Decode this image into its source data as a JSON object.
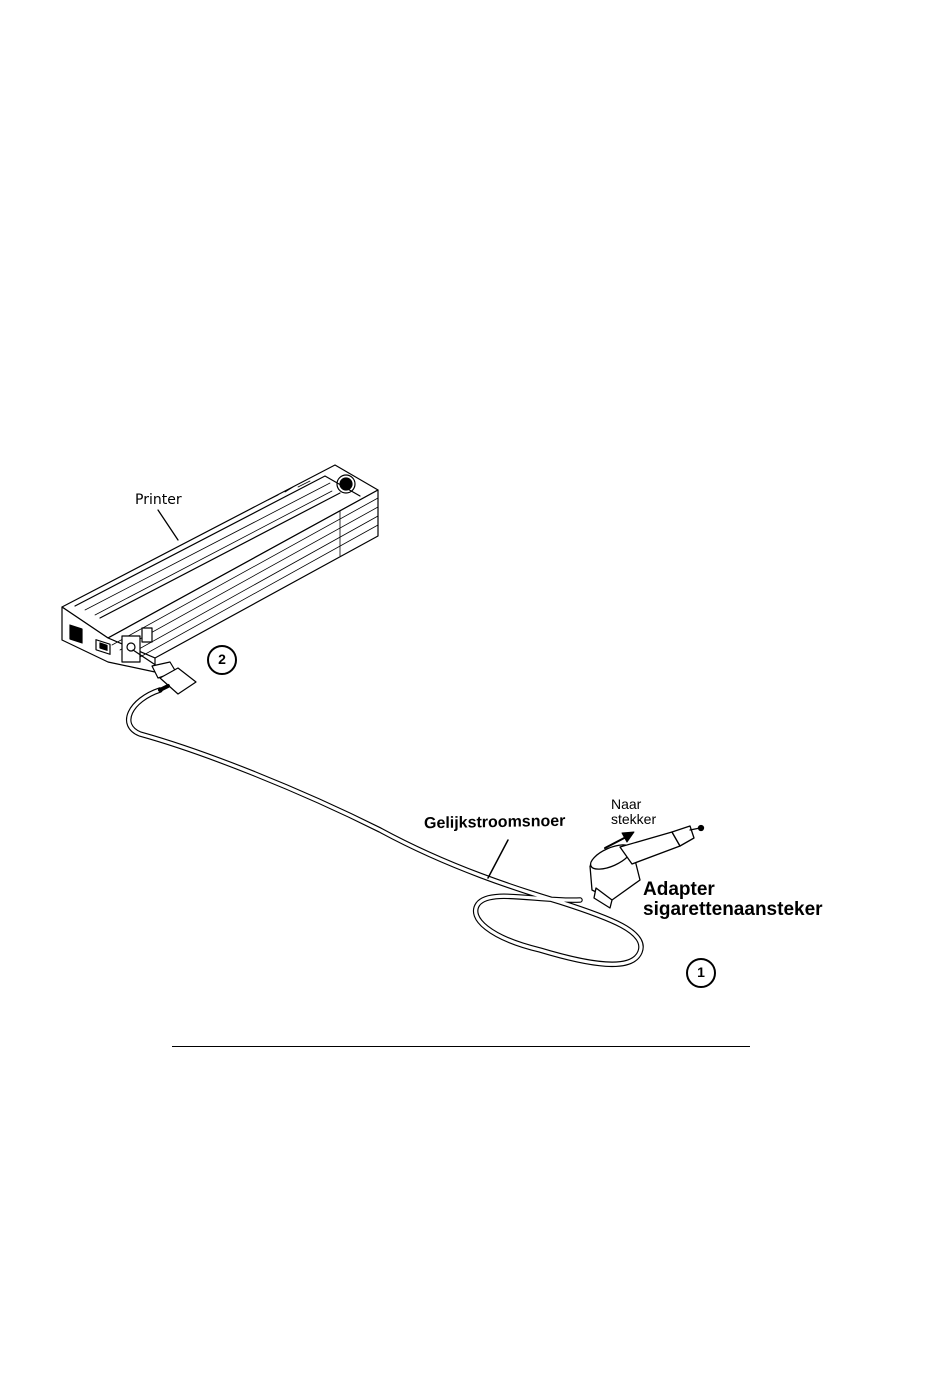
{
  "figure": {
    "labels": {
      "printer": "Printer",
      "cord": "Gelijkstroomsnoer",
      "plug_direction_line1": "Naar",
      "plug_direction_line2": "stekker",
      "adapter_line1": "Adapter",
      "adapter_line2": "sigarettenaansteker"
    },
    "callouts": {
      "adapter": "1",
      "printer_connection": "2"
    }
  }
}
